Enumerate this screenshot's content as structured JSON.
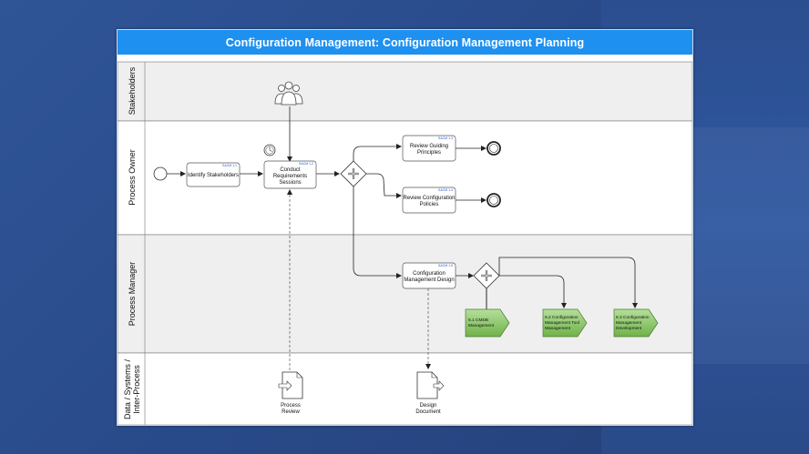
{
  "title": "Configuration Management: Configuration Management Planning",
  "lanes": {
    "stakeholders": "Stakeholders",
    "process_owner": "Process Owner",
    "process_manager": "Process Manager",
    "data_line1": "Data / Systems /",
    "data_line2": "Inter-Process"
  },
  "tasks": {
    "identify": {
      "ref": "SACM 1.1",
      "label": "Identify Stakeholders"
    },
    "conduct": {
      "ref": "SACM 1.2",
      "line1": "Conduct",
      "line2": "Requirements",
      "line3": "Sessions"
    },
    "guiding": {
      "ref": "SACM 1.3",
      "line1": "Review Guiding",
      "line2": "Principles"
    },
    "policies": {
      "ref": "SACM 1.4",
      "line1": "Review Configuration",
      "line2": "Policies"
    },
    "design": {
      "ref": "SACM 1.5",
      "line1": "Configuration",
      "line2": "Management Design"
    }
  },
  "subprocesses": {
    "cmdb": {
      "line1": "6.1 CMDB",
      "line2": "Management"
    },
    "tool": {
      "line1": "6.2 Configuration",
      "line2": "Management Tool",
      "line3": "Management"
    },
    "dev": {
      "line1": "6.3 Configuration",
      "line2": "Management",
      "line3": "Development"
    }
  },
  "documents": {
    "review": {
      "line1": "Process",
      "line2": "Review"
    },
    "design": {
      "line1": "Design",
      "line2": "Document"
    }
  },
  "colors": {
    "title_bar": "#1e90f0",
    "lane_fill": "#efefef",
    "sub_green": "#8cc866"
  }
}
